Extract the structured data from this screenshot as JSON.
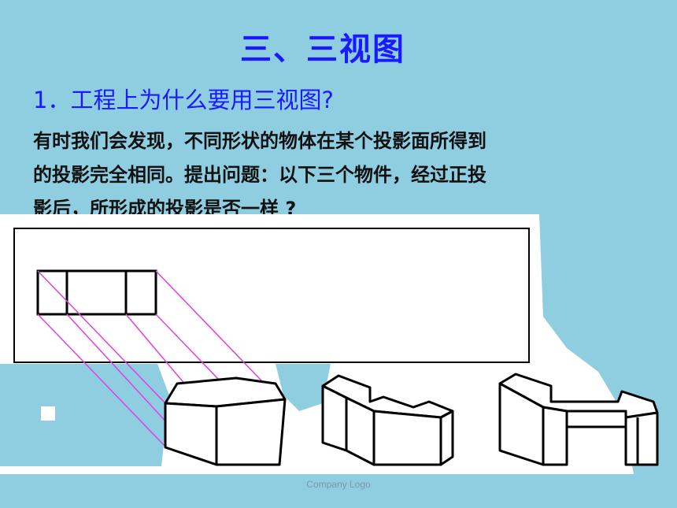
{
  "slide": {
    "title": "三、三视图",
    "question": "1．工程上为什么要用三视图?",
    "body_lines": [
      "有时我们会发现，不同形状的物体在某个投影面所得到",
      "的投影完全相同。提出问题：以下三个物件，经过正投",
      "影后，所形成的投影是否一样 ?"
    ]
  },
  "footer": {
    "logo_text": "Company Logo"
  },
  "colors": {
    "background": "#8fcde0",
    "title": "#1a1aff",
    "projection_lines": "#e040e0"
  }
}
